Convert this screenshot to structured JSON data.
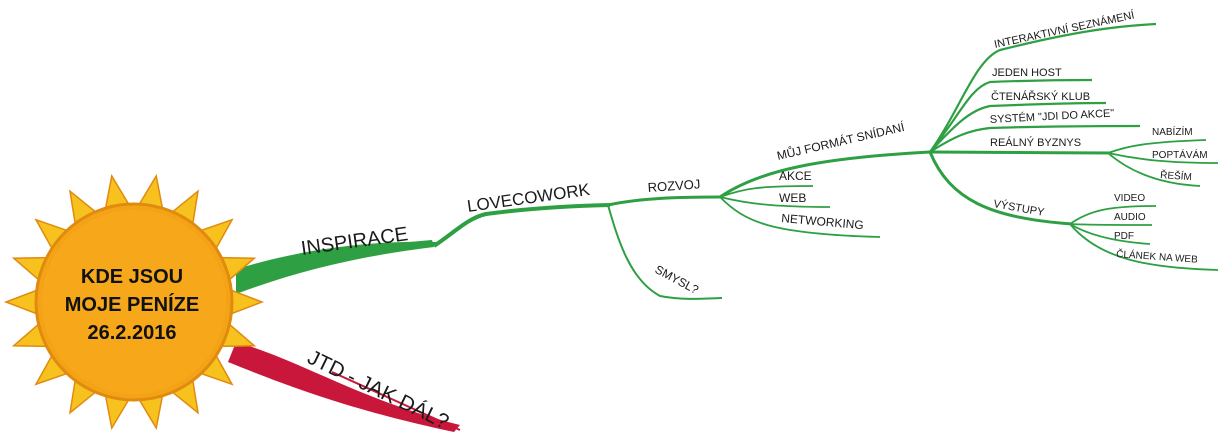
{
  "central_topic": {
    "lines": [
      "KDE JSOU",
      "MOJE PENÍZE",
      "26.2.2016"
    ]
  },
  "branches": {
    "inspirace": "INSPIRACE",
    "lovecowork": "LOVECOWORK",
    "rozvoj": "ROZVOJ",
    "muj_format": "MŮJ FORMÁT SNÍDANÍ",
    "interaktivni": "INTERAKTIVNÍ SEZNÁMENÍ",
    "jeden_host": "JEDEN HOST",
    "ctenarsky": "ČTENÁŘSKÝ KLUB",
    "system": "SYSTÉM \"JDI DO AKCE\"",
    "realny": "REÁLNÝ BYZNYS",
    "nabizim": "NABÍZÍM",
    "poptavam": "POPTÁVÁM",
    "resim": "ŘEŠÍM",
    "vystupy": "VÝSTUPY",
    "video": "VIDEO",
    "audio": "AUDIO",
    "pdf": "PDF",
    "clanek": "ČLÁNEK NA WEB",
    "akce": "AKCE",
    "web": "WEB",
    "networking": "NETWORKING",
    "smysl": "SMYSL?",
    "jtd": "JTD - JAK DÁL?"
  },
  "colors": {
    "green": "#2ea043",
    "red": "#c8173a",
    "sun_core": "#f5a316",
    "sun_rays": "#f7c21e",
    "sun_outline": "#e08a10"
  }
}
